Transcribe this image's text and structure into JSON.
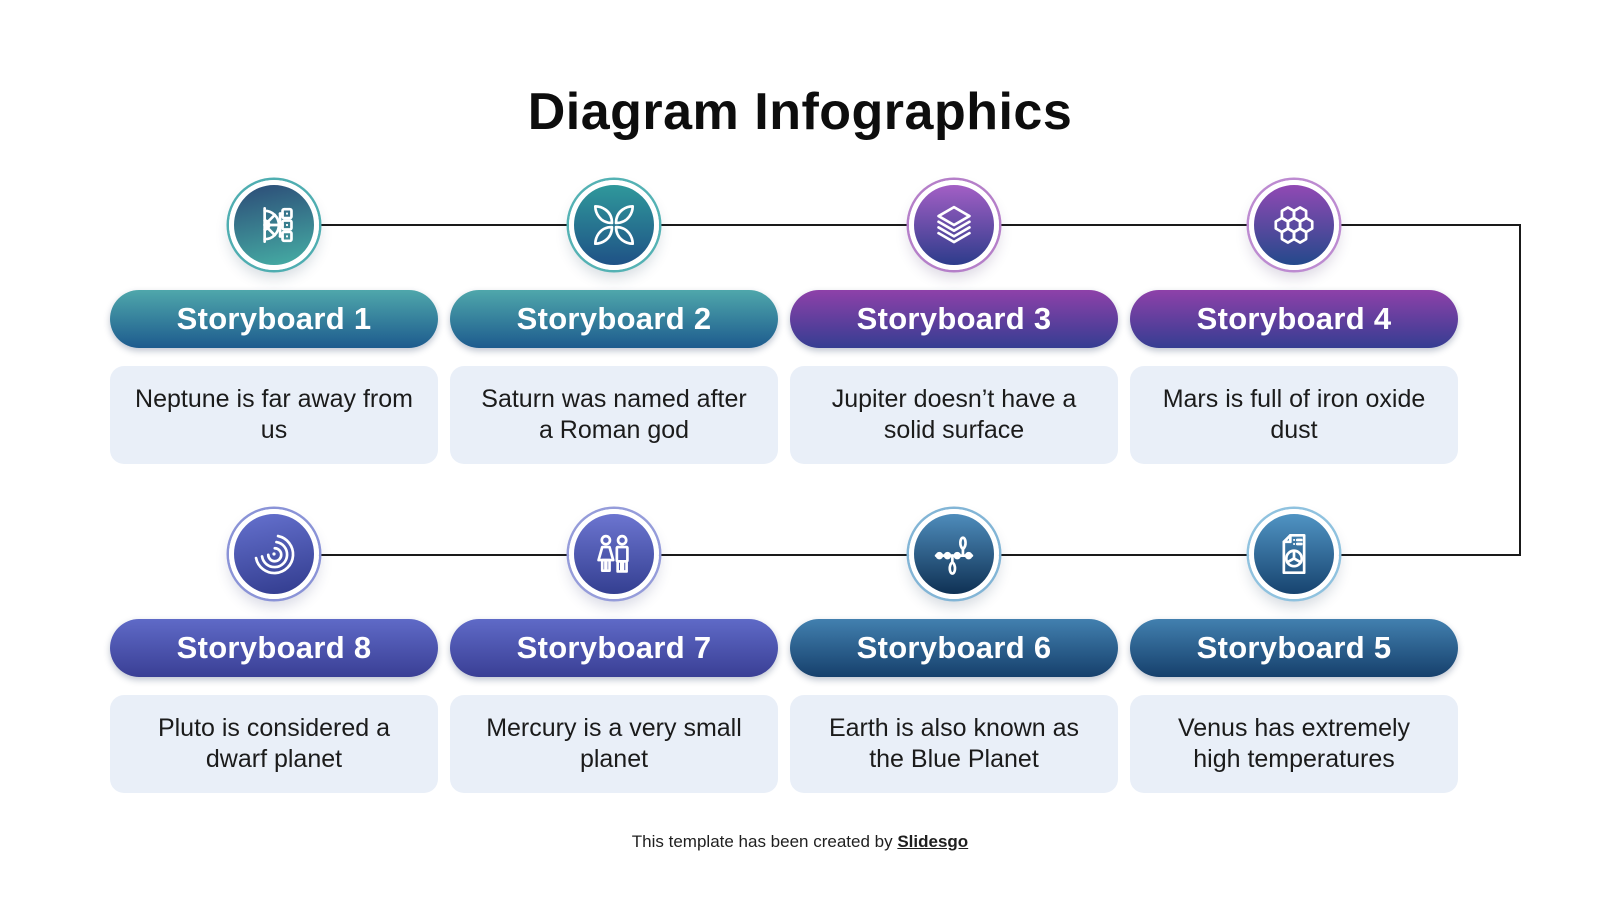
{
  "title": "Diagram Infographics",
  "connector_color": "#1a1a1a",
  "card_background": "#e9eff8",
  "rows": [
    {
      "items": [
        {
          "label": "Storyboard 1",
          "description": "Neptune is far away from us",
          "icon": "fan-diagram-icon",
          "theme": "teal",
          "pill_gradient": [
            "#4fa7ab",
            "#1d5b8e"
          ],
          "circle_gradient": [
            "#2c4b77",
            "#46afa5"
          ],
          "ring_color": "#4faeb1"
        },
        {
          "label": "Storyboard 2",
          "description": "Saturn was named after a Roman god",
          "icon": "petals-icon",
          "theme": "teal",
          "pill_gradient": [
            "#4fa7ab",
            "#1d5b8e"
          ],
          "circle_gradient": [
            "#2f989b",
            "#1f5286"
          ],
          "ring_color": "#54b2b4"
        },
        {
          "label": "Storyboard 3",
          "description": "Jupiter doesn’t have a solid surface",
          "icon": "layers-icon",
          "theme": "purple",
          "pill_gradient": [
            "#8e41a9",
            "#353d92"
          ],
          "circle_gradient": [
            "#a35fc5",
            "#2d3c8b"
          ],
          "ring_color": "#b57fc9"
        },
        {
          "label": "Storyboard 4",
          "description": "Mars is full of iron oxide dust",
          "icon": "honeycomb-icon",
          "theme": "purple",
          "pill_gradient": [
            "#8e41a9",
            "#353d92"
          ],
          "circle_gradient": [
            "#9149b4",
            "#24498b"
          ],
          "ring_color": "#bd8bd1"
        }
      ]
    },
    {
      "items": [
        {
          "label": "Storyboard 8",
          "description": "Pluto is considered a dwarf planet",
          "icon": "spiral-icon",
          "theme": "indigo",
          "pill_gradient": [
            "#5f6ac7",
            "#3a3f95"
          ],
          "circle_gradient": [
            "#6571ce",
            "#313b8d"
          ],
          "ring_color": "#8a93d7"
        },
        {
          "label": "Storyboard 7",
          "description": "Mercury is a very small planet",
          "icon": "people-icon",
          "theme": "indigo",
          "pill_gradient": [
            "#5f6ac7",
            "#3a3f95"
          ],
          "circle_gradient": [
            "#6c75d0",
            "#343f91"
          ],
          "ring_color": "#959cda"
        },
        {
          "label": "Storyboard 6",
          "description": "Earth is also known as the Blue Planet",
          "icon": "network-icon",
          "theme": "blue",
          "pill_gradient": [
            "#4280af",
            "#16406c"
          ],
          "circle_gradient": [
            "#4e8cbb",
            "#0f3154"
          ],
          "ring_color": "#82b5d6"
        },
        {
          "label": "Storyboard 5",
          "description": "Venus has extremely high temperatures",
          "icon": "report-icon",
          "theme": "blue",
          "pill_gradient": [
            "#4280af",
            "#16406c"
          ],
          "circle_gradient": [
            "#5094c3",
            "#17446f"
          ],
          "ring_color": "#8fc2df"
        }
      ]
    }
  ],
  "footer": {
    "text": "This template has been created by",
    "brand": "Slidesgo"
  }
}
